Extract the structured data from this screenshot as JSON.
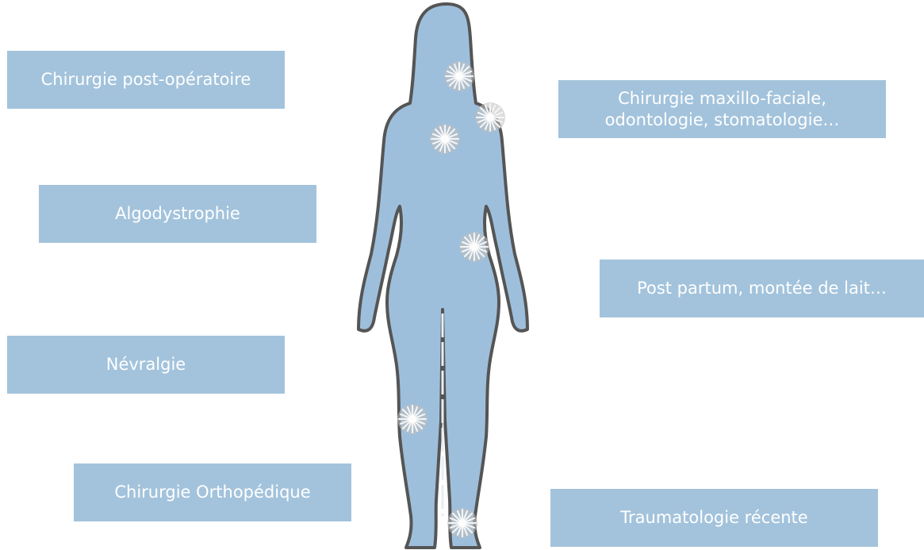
{
  "conditions": [
    {
      "id": "post-operative",
      "label": "Chirurgie post-opératoire"
    },
    {
      "id": "maxillofacial",
      "label": "Chirurgie maxillo-faciale,\nodontologie, stomatologie…"
    },
    {
      "id": "algodystrophy",
      "label": "Algodystrophie"
    },
    {
      "id": "postpartum",
      "label": "Post partum, montée de lait…"
    },
    {
      "id": "neuralgia",
      "label": "Névralgie"
    },
    {
      "id": "orthopedic",
      "label": "Chirurgie Orthopédique"
    },
    {
      "id": "traumatology",
      "label": "Traumatologie récente"
    }
  ],
  "colors": {
    "box_fill": "#a3c3dc",
    "box_text": "#ffffff",
    "body_fill": "#9ebfdc",
    "body_outline": "#555555",
    "cold_marker": "#d8d8d8"
  },
  "icons": {
    "cold_marker": "snowflake-icon"
  }
}
